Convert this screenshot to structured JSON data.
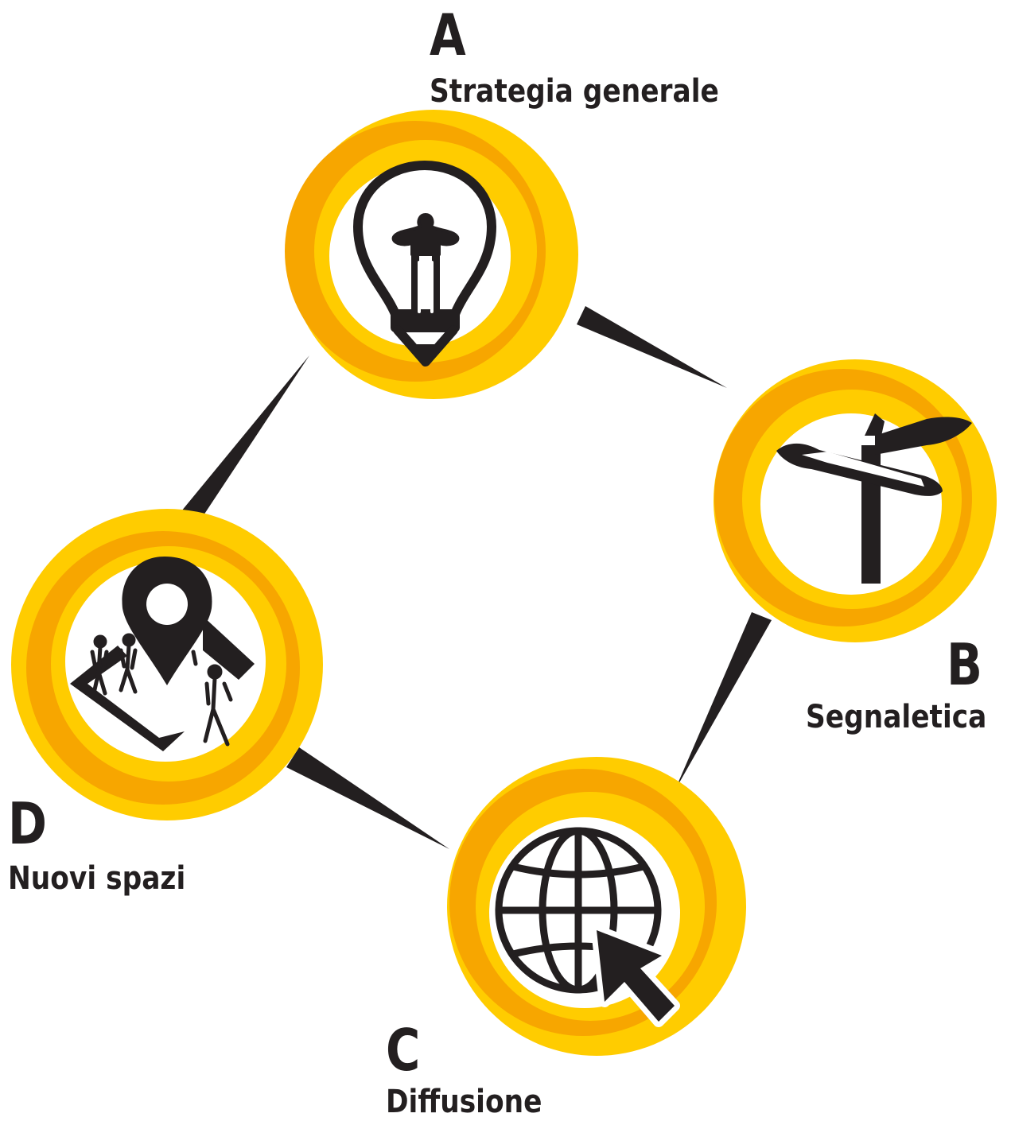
{
  "nodes": [
    {
      "id": "a",
      "letter": "A",
      "caption": "Strategia generale",
      "icon": "lightbulb-icon"
    },
    {
      "id": "b",
      "letter": "B",
      "caption": "Segnaletica",
      "icon": "signpost-icon"
    },
    {
      "id": "c",
      "letter": "C",
      "caption": "Diffusione",
      "icon": "globe-cursor-icon"
    },
    {
      "id": "d",
      "letter": "D",
      "caption": "Nuovi spazi",
      "icon": "map-pin-people-icon"
    }
  ],
  "colors": {
    "ring_outer": "#ffcc00",
    "ring_inner": "#f7a600",
    "ink": "#231f20",
    "background": "#ffffff"
  }
}
